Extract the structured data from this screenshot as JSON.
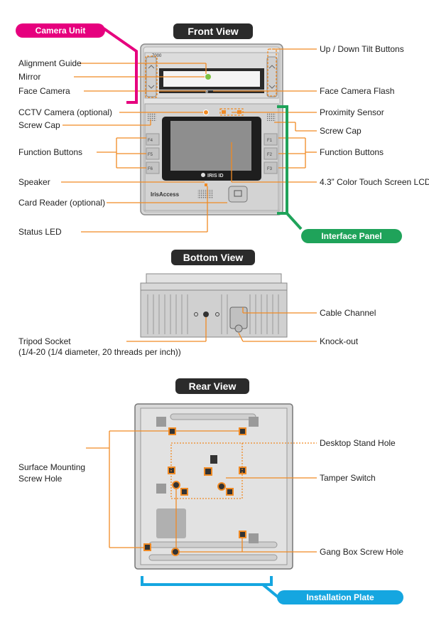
{
  "sections": {
    "front": "Front View",
    "bottom": "Bottom View",
    "rear": "Rear View"
  },
  "tags": {
    "camera_unit": "Camera Unit",
    "interface_panel": "Interface Panel",
    "installation_plate": "Installation Plate"
  },
  "colors": {
    "callout": "#f08a24",
    "camera_unit": "#e6007e",
    "interface_panel": "#1fa35a",
    "installation_plate": "#15a6e0"
  },
  "device": {
    "brand": "IrisAccess",
    "model": "7000",
    "logo": "IRIS ID"
  },
  "front_labels": {
    "alignment_guide": "Alignment Guide",
    "mirror": "Mirror",
    "face_camera": "Face Camera",
    "cctv_camera": "CCTV Camera (optional)",
    "screw_cap_left": "Screw Cap",
    "function_buttons_left": "Function Buttons",
    "speaker": "Speaker",
    "card_reader": "Card Reader (optional)",
    "status_led": "Status LED",
    "up_down_tilt": "Up / Down Tilt Buttons",
    "face_camera_flash": "Face Camera Flash",
    "proximity_sensor": "Proximity Sensor",
    "screw_cap_right": "Screw Cap",
    "function_buttons_right": "Function Buttons",
    "touch_screen": "4.3” Color Touch Screen LCD",
    "btn_f1": "F1",
    "btn_f2": "F2",
    "btn_f3": "F3",
    "btn_f4": "F4",
    "btn_f5": "F5",
    "btn_f6": "F6"
  },
  "bottom_labels": {
    "cable_channel": "Cable Channel",
    "knock_out": "Knock-out",
    "tripod_socket": "Tripod Socket",
    "tripod_socket_detail": "(1/4-20 (1/4 diameter, 20 threads per inch))"
  },
  "rear_labels": {
    "desktop_stand_hole": "Desktop Stand Hole",
    "tamper_switch": "Tamper Switch",
    "surface_mounting_1": "Surface Mounting",
    "surface_mounting_2": "Screw Hole",
    "gang_box_screw_hole": "Gang Box Screw Hole"
  }
}
